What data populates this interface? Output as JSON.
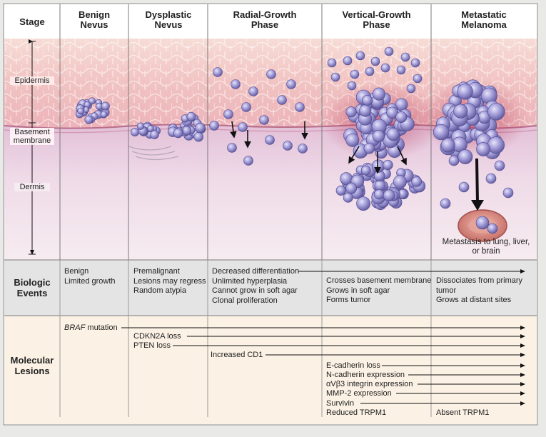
{
  "columns": {
    "stage": "Stage",
    "benign": [
      "Benign",
      "Nevus"
    ],
    "dysplastic": [
      "Dysplastic",
      "Nevus"
    ],
    "radial": [
      "Radial-Growth",
      "Phase"
    ],
    "vertical": [
      "Vertical-Growth",
      "Phase"
    ],
    "metastatic": [
      "Metastatic",
      "Melanoma"
    ]
  },
  "layers": {
    "epidermis": "Epidermis",
    "basement": [
      "Basement",
      "membrane"
    ],
    "dermis": "Dermis"
  },
  "metastasis_note": [
    "Metastasis to lung, liver,",
    "or brain"
  ],
  "rows": {
    "biologic": [
      "Biologic",
      "Events"
    ],
    "molecular": [
      "Molecular",
      "Lesions"
    ]
  },
  "biologic_events": {
    "benign": [
      "Benign",
      "Limited growth"
    ],
    "dysplastic": [
      "Premalignant",
      "Lesions may regress",
      "Random atypia"
    ],
    "radial": [
      "Decreased differentiation",
      "Unlimited  hyperplasia",
      "Cannot grow in soft agar",
      "Clonal proliferation"
    ],
    "vertical": [
      "Crosses basement membrane",
      "Grows in soft agar",
      "Forms tumor"
    ],
    "metastatic": [
      "Dissociates from primary",
      "tumor",
      "Grows at distant sites"
    ]
  },
  "molecular_lesions": {
    "braf": "BRAF",
    "braf_suffix": " mutation",
    "cdkn2a": "CDKN2A loss",
    "pten": "PTEN loss",
    "cd1": "Increased CD1",
    "ecad": "E-cadherin loss",
    "ncad": "N-cadherin expression",
    "integrin": "αVβ3 integrin expression",
    "mmp2": "MMP-2 expression",
    "survivin": "Survivin",
    "trpm1_reduced": "Reduced TRPM1",
    "trpm1_absent": "Absent TRPM1"
  },
  "colors": {
    "header_bg": "#ffffff",
    "epidermis": "#f3c9c6",
    "dermis": "#eed9e6",
    "tumor_cell": "#8f8ac9",
    "events_bg": "#e4e4e4",
    "molecular_bg": "#fbf1e4"
  }
}
